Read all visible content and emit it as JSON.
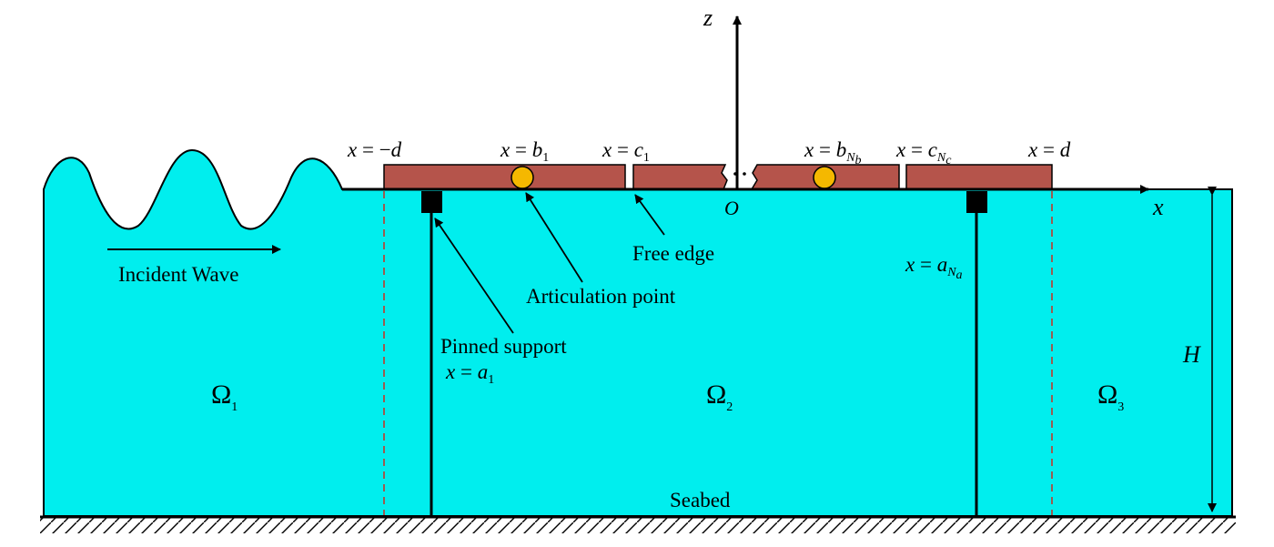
{
  "axes": {
    "z_label": "z",
    "x_label": "x",
    "origin_label": "O",
    "depth_label": "H"
  },
  "regions": {
    "omega_symbol": "Ω",
    "omega1_sub": "1",
    "omega2_sub": "2",
    "omega3_sub": "3"
  },
  "top_labels": {
    "minus_d": {
      "lhs": "x",
      "eq": " = −",
      "var": "d"
    },
    "b1": {
      "lhs": "x",
      "eq": " = ",
      "var": "b",
      "sub": "1"
    },
    "c1": {
      "lhs": "x",
      "eq": " = ",
      "var": "c",
      "sub": "1"
    },
    "bN": {
      "lhs": "x",
      "eq": " = ",
      "var": "b",
      "sub": "N",
      "subsub": "b"
    },
    "cN": {
      "lhs": "x",
      "eq": " = ",
      "var": "c",
      "sub": "N",
      "subsub": "c"
    },
    "d": {
      "lhs": "x",
      "eq": " = ",
      "var": "d"
    }
  },
  "support_labels": {
    "a1": {
      "lhs": "x",
      "eq": " = ",
      "var": "a",
      "sub": "1"
    },
    "aN": {
      "lhs": "x",
      "eq": " = ",
      "var": "a",
      "sub": "N",
      "subsub": "a"
    }
  },
  "annotations": {
    "incident_wave": "Incident Wave",
    "articulation_point": "Articulation point",
    "free_edge": "Free edge",
    "pinned_support": "Pinned support",
    "seabed": "Seabed"
  },
  "colors": {
    "water": "#00eeee",
    "plate": "#b5544b",
    "articulation": "#f5b800",
    "boundary_dashed": "#c0392b",
    "support": "#000000"
  }
}
